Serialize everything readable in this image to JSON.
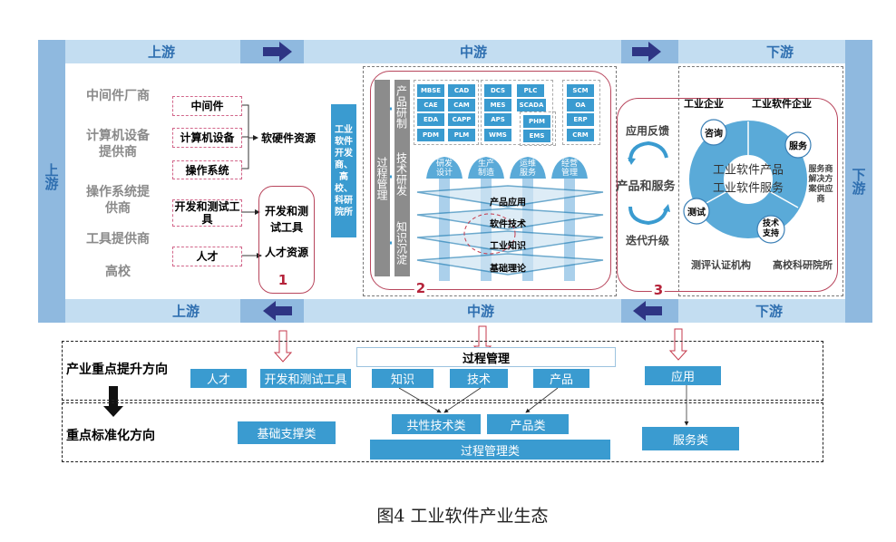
{
  "colors": {
    "band": "#c3ddf1",
    "band_dark": "#8fb9df",
    "arrow": "#2e3584",
    "box": "#3a9bd0",
    "ring": "#5aaad8",
    "red": "#b8455c"
  },
  "bands": {
    "top": {
      "upstream": "上游",
      "midstream": "中游",
      "downstream": "下游"
    },
    "bottom": {
      "upstream": "上游",
      "midstream": "中游",
      "downstream": "下游"
    },
    "left": "上游",
    "right": "下游"
  },
  "section1": {
    "providers": [
      "中间件厂商",
      "计算机设备提供商",
      "操作系统提供商",
      "工具提供商",
      "高校"
    ],
    "items": [
      "中间件",
      "计算机设备",
      "操作系统",
      "开发和测试工具",
      "人才"
    ],
    "hw_sw_resources": "软硬件资源",
    "box": {
      "tools": "开发和测试工具",
      "talent": "人才资源",
      "number": "1"
    },
    "developer": "工业软件开发商、高校、科研院所"
  },
  "section2": {
    "process_mgmt": "过程管理",
    "side": [
      "产品研制",
      "技术研发",
      "知识沉淀"
    ],
    "modules": [
      [
        "MBSE",
        "CAD",
        "CAE",
        "CAM",
        "EDA",
        "CAPP",
        "PDM",
        "PLM"
      ],
      [
        "DCS",
        "PLC",
        "MES",
        "SCADA",
        "APS",
        "WMS"
      ],
      [
        "PHM",
        "EMS"
      ],
      [
        "SCM",
        "OA",
        "ERP",
        "CRM"
      ]
    ],
    "domes": [
      "研发设计",
      "生产制造",
      "运维服务",
      "经营管理"
    ],
    "layers": [
      "产品应用",
      "软件技术",
      "工业知识",
      "基础理论"
    ],
    "number": "2"
  },
  "section3": {
    "feedback": "应用反馈",
    "products_services": "产品和服务",
    "upgrade": "迭代升级",
    "industrial_enterprise": "工业企业",
    "software_enterprise": "工业软件企业",
    "center": [
      "工业软件产品",
      "工业软件服务"
    ],
    "nodes": [
      "咨询",
      "服务",
      "测试",
      "技术支持"
    ],
    "solution_provider": "服务商解决方案供应商",
    "test_cert": "测评认证机构",
    "universities": "高校科研院所",
    "number": "3"
  },
  "bottom": {
    "row1_label": "产业重点提升方向",
    "row2_label": "重点标准化方向",
    "row1": {
      "talent": "人才",
      "tools": "开发和测试工具",
      "process": "过程管理",
      "knowledge": "知识",
      "tech": "技术",
      "product": "产品",
      "application": "应用"
    },
    "row2": {
      "basic": "基础支撑类",
      "common_tech": "共性技术类",
      "product": "产品类",
      "process": "过程管理类",
      "service": "服务类"
    }
  },
  "caption": "图4  工业软件产业生态"
}
